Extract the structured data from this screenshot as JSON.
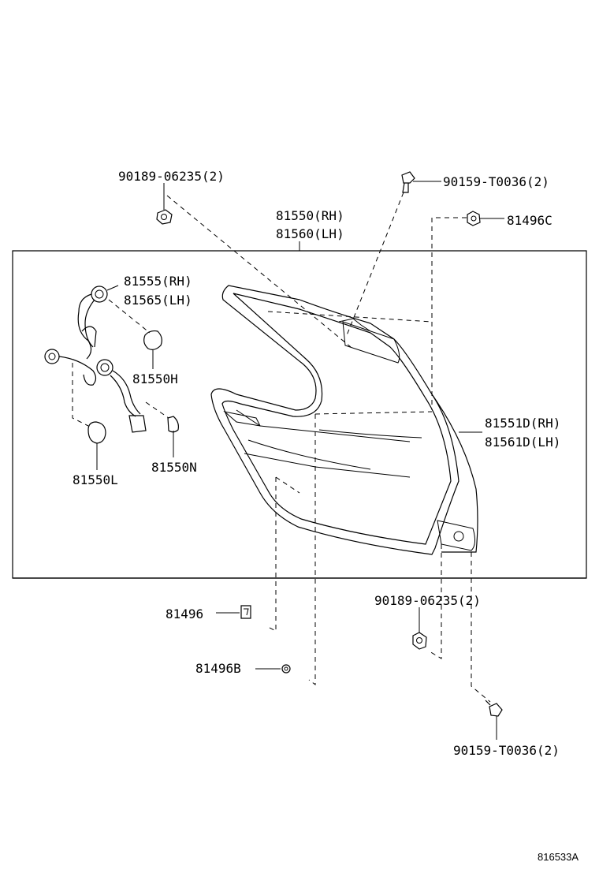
{
  "labels": {
    "l_90189_top": "90189-06235(2)",
    "l_90159_top": "90159-T0036(2)",
    "l_81550": "81550(RH)",
    "l_81560": "81560(LH)",
    "l_81496C": "81496C",
    "l_81555": "81555(RH)",
    "l_81565": "81565(LH)",
    "l_81550H": "81550H",
    "l_81551D": "81551D(RH)",
    "l_81561D": "81561D(LH)",
    "l_81550L": "81550L",
    "l_81550N": "81550N",
    "l_81496": "81496",
    "l_90189_bot": "90189-06235(2)",
    "l_81496B": "81496B",
    "l_90159_bot": "90159-T0036(2)",
    "ref_code": "816533A"
  }
}
